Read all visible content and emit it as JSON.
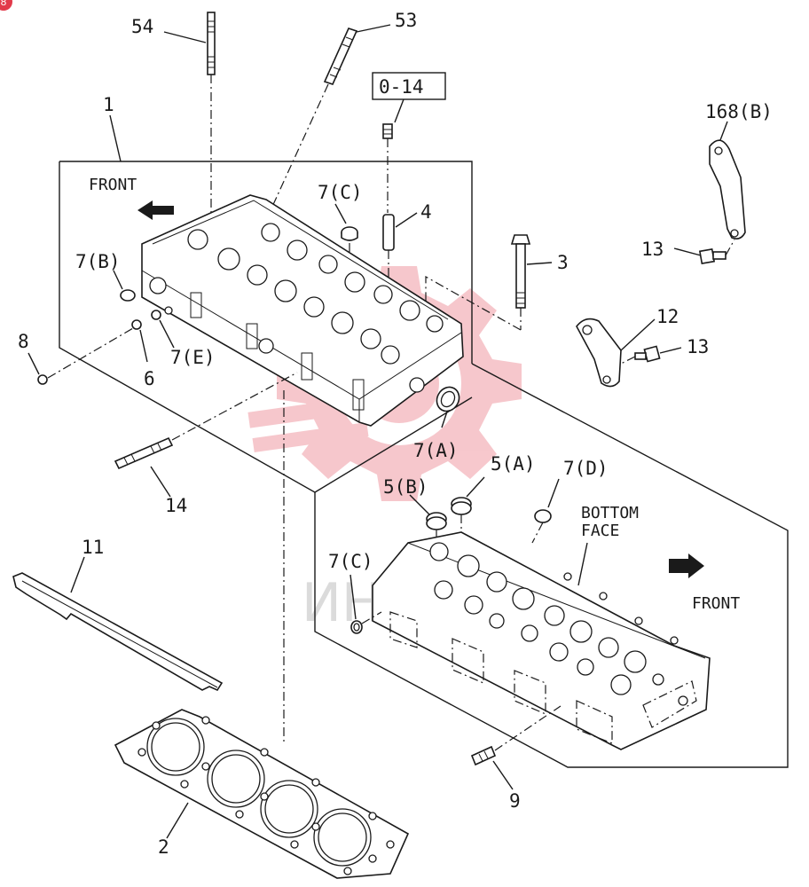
{
  "corner_badge": "8",
  "labels": {
    "p54": "54",
    "p53": "53",
    "box014": "0-14",
    "p1": "1",
    "front_top": "FRONT",
    "p7c_top": "7(C)",
    "p4": "4",
    "p3": "3",
    "p168b": "168(B)",
    "p13_top": "13",
    "p12": "12",
    "p13_mid": "13",
    "p7b": "7(B)",
    "p8": "8",
    "p6": "6",
    "p7e": "7(E)",
    "p7a": "7(A)",
    "p14": "14",
    "p5b": "5(B)",
    "p5a": "5(A)",
    "p7d": "7(D)",
    "bottom_face": "BOTTOM",
    "bottom_face2": "FACE",
    "p11": "11",
    "p7c_bot": "7(C)",
    "front_bot": "FRONT",
    "p9": "9",
    "p2": "2"
  },
  "watermark": {
    "text": "ИНВЕХ",
    "color": "#e23a4a"
  }
}
